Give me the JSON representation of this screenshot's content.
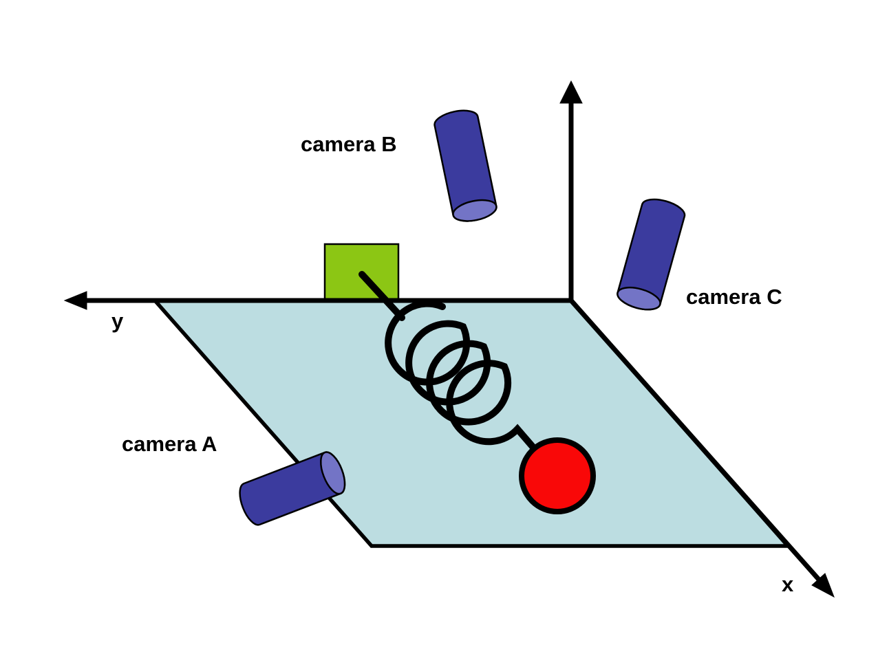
{
  "diagram": {
    "description": "spring-mass system on a plane observed by three cameras",
    "background": "#ffffff",
    "colors": {
      "plane": "#bcdde1",
      "block": "#8cc614",
      "camera_body": "#3b3b9e",
      "camera_cap": "#7374c6",
      "ball": "#f90808",
      "line": "#000000"
    },
    "axes": {
      "x_label": "x",
      "y_label": "y"
    },
    "cameras": {
      "a": {
        "label": "camera A"
      },
      "b": {
        "label": "camera B"
      },
      "c": {
        "label": "camera C"
      }
    }
  }
}
